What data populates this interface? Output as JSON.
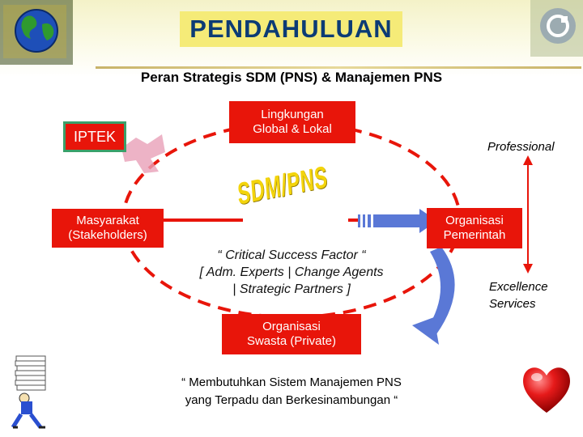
{
  "header": {
    "title": "PENDAHULUAN"
  },
  "subtitle": "Peran Strategis SDM (PNS) & Manajemen PNS",
  "center_label": "SDM/PNS",
  "boxes": {
    "iptek": "IPTEK",
    "global": [
      "Lingkungan",
      "Global & Lokal"
    ],
    "masyarakat": [
      "Masyarakat",
      "(Stakeholders)"
    ],
    "organisasi_pemerintah": [
      "Organisasi",
      "Pemerintah"
    ],
    "organisasi_swasta": [
      "Organisasi",
      "Swasta (Private)"
    ]
  },
  "csf": [
    "“ Critical Success Factor “",
    "[ Adm. Experts | Change Agents",
    "| Strategic Partners ]"
  ],
  "side": {
    "professional": "Professional",
    "excellence": [
      "Excellence",
      "Services"
    ]
  },
  "quote": [
    "“ Membutuhkan Sistem Manajemen PNS",
    "yang Terpadu dan Berkesinambungan “"
  ],
  "icons": {
    "globe": "globe-icon",
    "logo": "corner-logo-icon",
    "worker": "paper-carrier-clipart-icon",
    "heart": "heart-icon"
  },
  "colors": {
    "box_red": "#e8150a",
    "title_bg": "#f5eb78",
    "title_text": "#0c3b75",
    "center_yellow": "#f3d40c",
    "arrow_blue": "#5a78d6"
  }
}
